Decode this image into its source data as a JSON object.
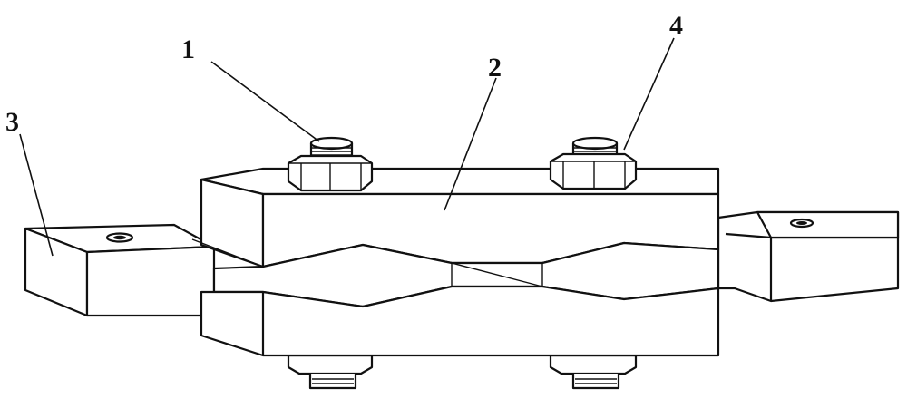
{
  "figure": {
    "labels": {
      "bolt": "1",
      "clamp_block": "2",
      "end_tab": "3",
      "nut": "4"
    }
  }
}
